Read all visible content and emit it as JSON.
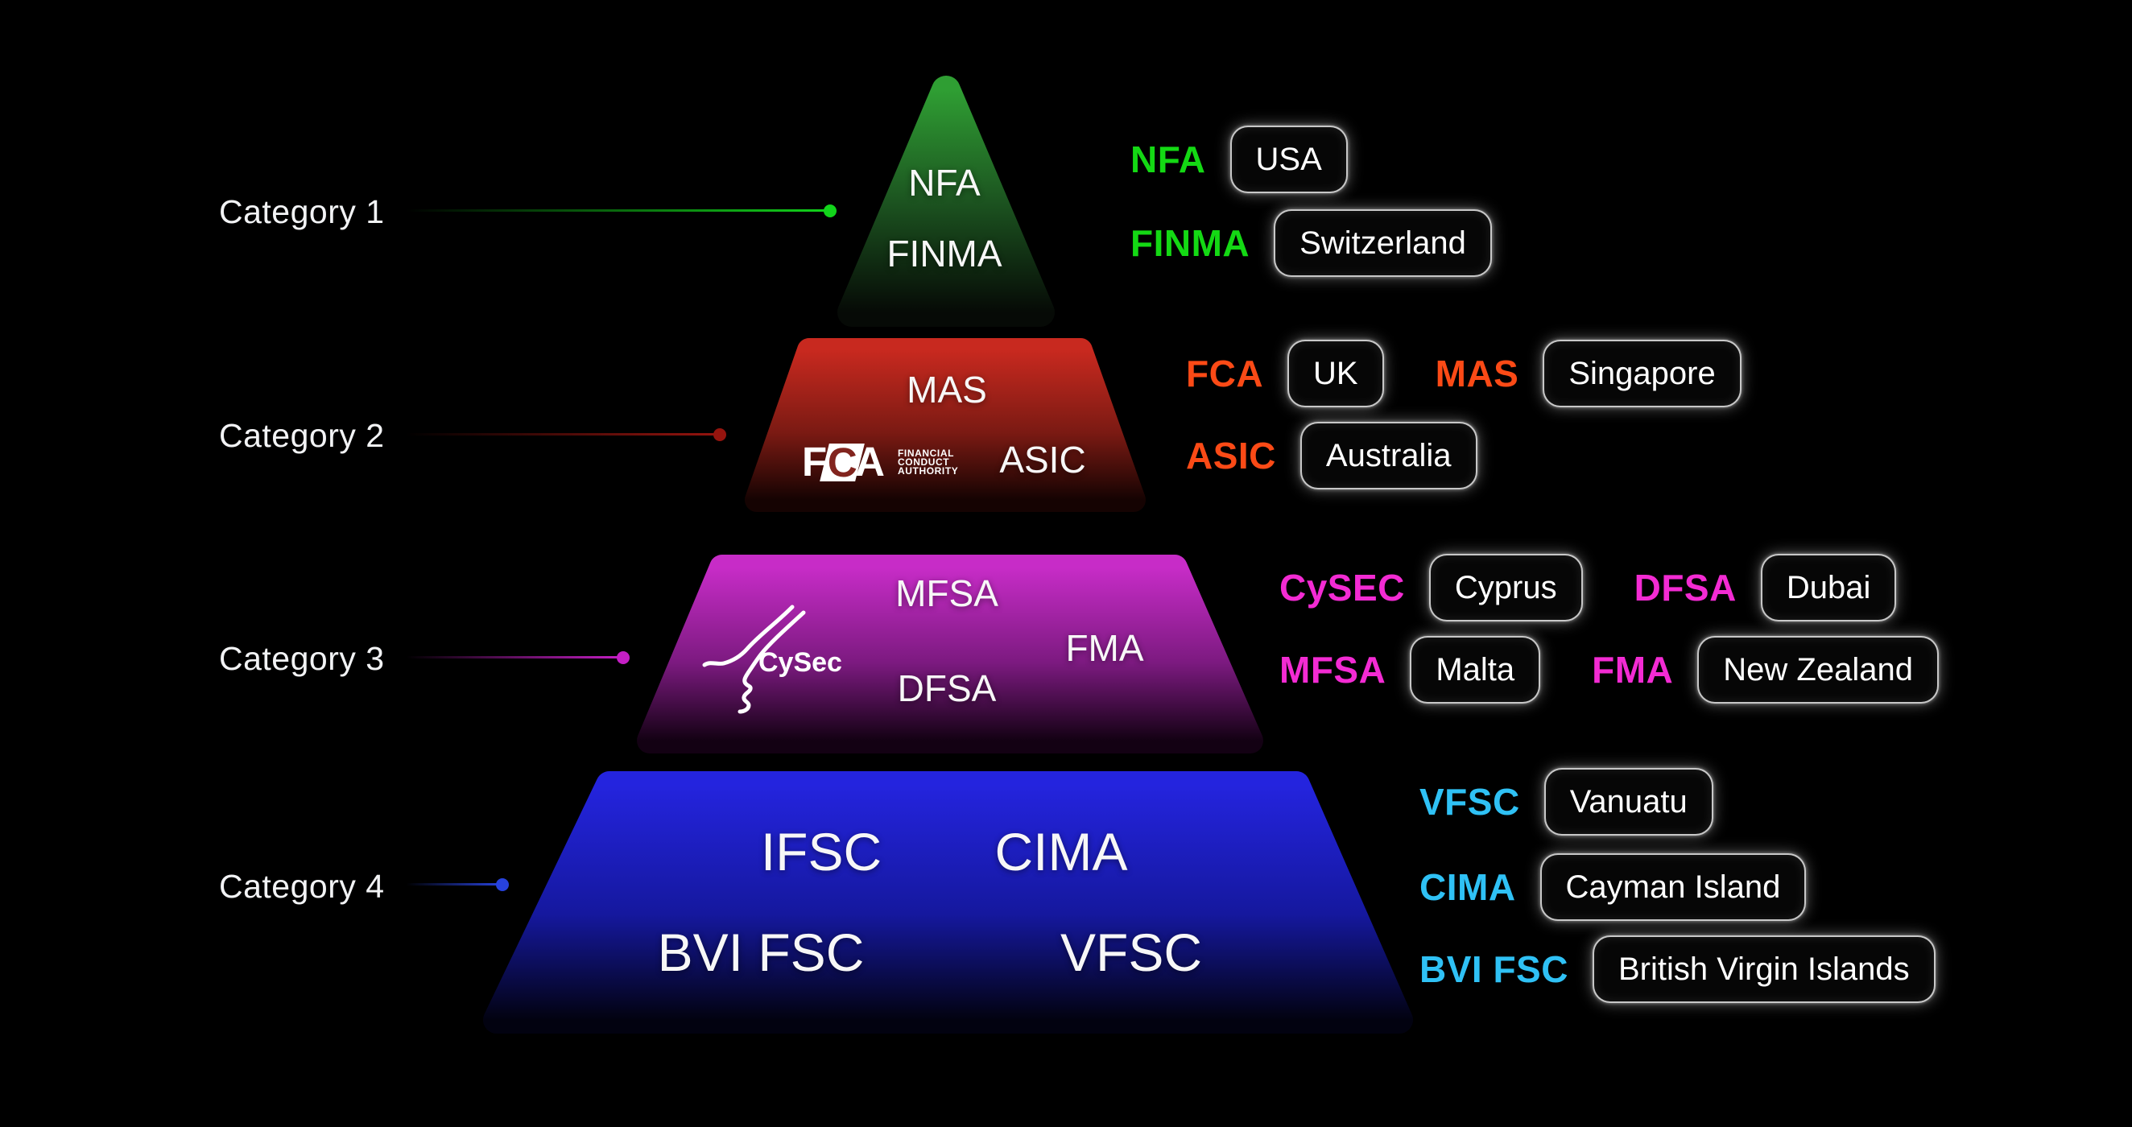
{
  "background": "#000000",
  "categories": [
    {
      "label": "Category 1",
      "accent": "#14d914",
      "line_color": "#12d41b",
      "shape_color_top": "#2f9e33",
      "shape_color_mid": "#1c5420",
      "shape_color_bottom": "#060a06",
      "pyramid_labels": [
        "NFA",
        "FINMA"
      ],
      "entries": [
        {
          "abbr": "NFA",
          "country": "USA"
        },
        {
          "abbr": "FINMA",
          "country": "Switzerland"
        }
      ]
    },
    {
      "label": "Category 2",
      "accent": "#fb4a16",
      "line_color": "#96140e",
      "shape_color_top": "#c8291f",
      "shape_color_mid": "#7b1a13",
      "shape_color_bottom": "#150302",
      "pyramid_labels": [
        "MAS",
        "ASIC"
      ],
      "entries": [
        {
          "abbr": "FCA",
          "country": "UK"
        },
        {
          "abbr": "MAS",
          "country": "Singapore"
        },
        {
          "abbr": "ASIC",
          "country": "Australia"
        }
      ]
    },
    {
      "label": "Category 3",
      "accent": "#f32bd3",
      "line_color": "#c51fc5",
      "shape_color_top": "#c72cc7",
      "shape_color_mid": "#7c1a80",
      "shape_color_bottom": "#130113",
      "pyramid_labels": [
        "MFSA",
        "DFSA",
        "FMA"
      ],
      "entries": [
        {
          "abbr": "CySEC",
          "country": "Cyprus"
        },
        {
          "abbr": "DFSA",
          "country": "Dubai"
        },
        {
          "abbr": "MFSA",
          "country": "Malta"
        },
        {
          "abbr": "FMA",
          "country": "New Zealand"
        }
      ]
    },
    {
      "label": "Category 4",
      "accent": "#2fc1f5",
      "line_color": "#2742dd",
      "shape_color_top": "#2424de",
      "shape_color_mid": "#15189e",
      "shape_color_bottom": "#020210",
      "pyramid_labels": [
        "IFSC",
        "CIMA",
        "BVI FSC",
        "VFSC"
      ],
      "entries": [
        {
          "abbr": "VFSC",
          "country": "Vanuatu"
        },
        {
          "abbr": "CIMA",
          "country": "Cayman Island"
        },
        {
          "abbr": "BVI FSC",
          "country": "British Virgin Islands"
        }
      ]
    }
  ],
  "logos": {
    "fca": {
      "letters": [
        "F",
        "C",
        "A"
      ],
      "text_lines": [
        "FINANCIAL",
        "CONDUCT",
        "AUTHORITY"
      ]
    },
    "cysec": {
      "text": "CySec"
    }
  }
}
